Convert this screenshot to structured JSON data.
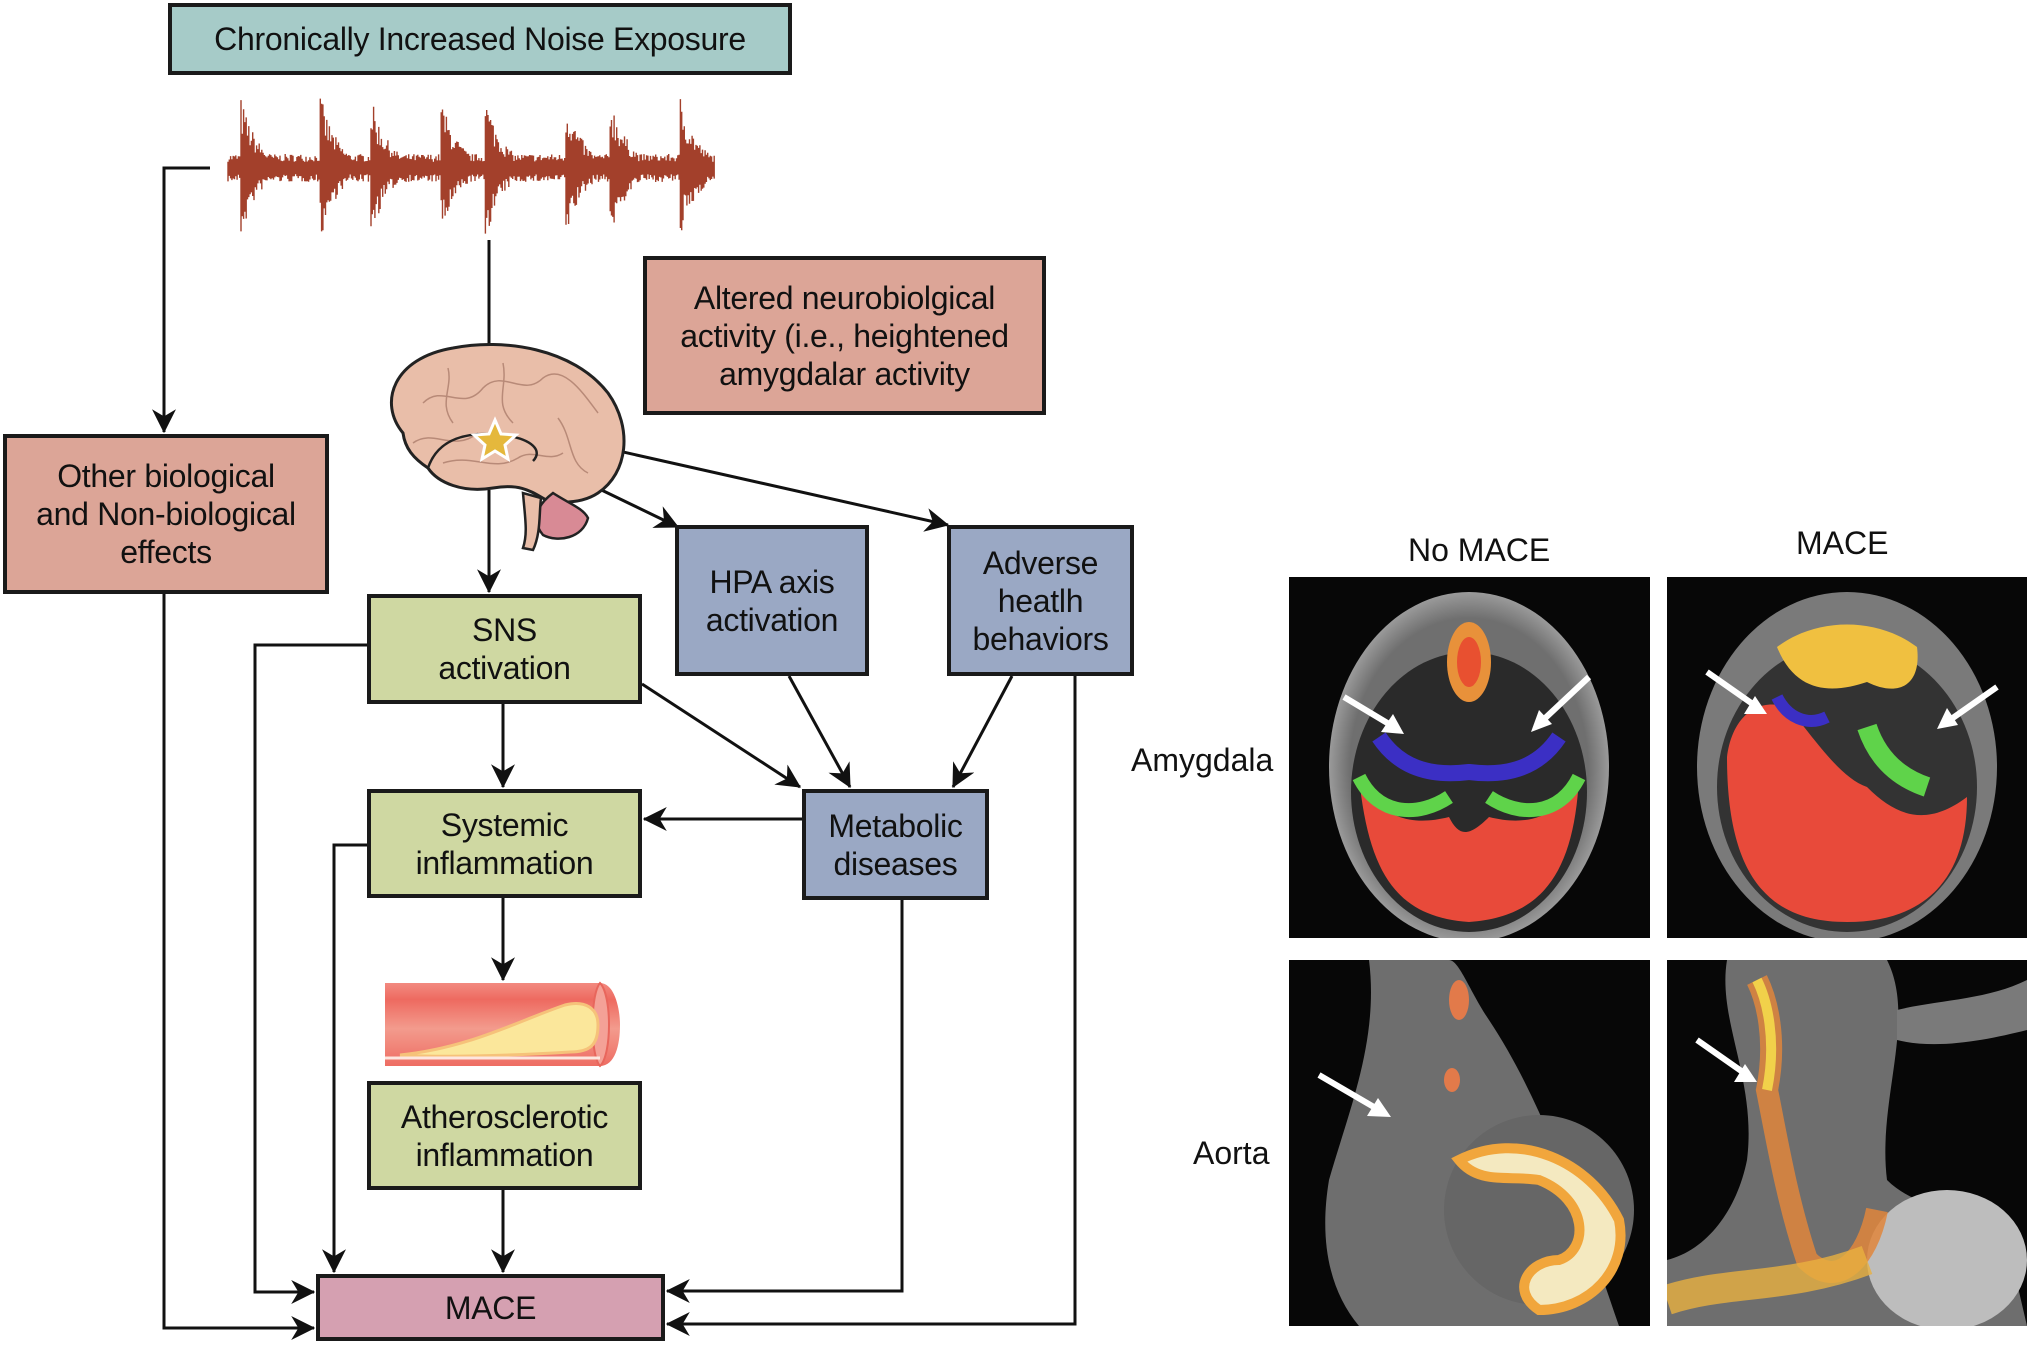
{
  "diagram": {
    "title": "Chronically Increased Noise Exposure",
    "stimulus_icon": "sound-waveform-icon",
    "organ_icon": "brain-icon",
    "amygdala_marker_icon": "star-icon",
    "vessel_icon": "artery-plaque-icon",
    "nodes": {
      "other_effects": "Other biological\nand Non-biological\neffects",
      "altered_activity": "Altered neurobiolgical\nactivity (i.e., heightened\namygdalar activity",
      "sns": "SNS\nactivation",
      "hpa": "HPA axis\nactivation",
      "adverse": "Adverse\nheatlh\nbehaviors",
      "systemic": "Systemic\ninflammation",
      "metabolic": "Metabolic\ndiseases",
      "athero": "Atherosclerotic\ninflammation",
      "mace": "MACE"
    },
    "edges": [
      {
        "from": "noise",
        "to": "other_effects"
      },
      {
        "from": "noise",
        "to": "brain"
      },
      {
        "from": "brain",
        "to": "sns"
      },
      {
        "from": "brain",
        "to": "hpa"
      },
      {
        "from": "brain",
        "to": "adverse"
      },
      {
        "from": "sns",
        "to": "systemic"
      },
      {
        "from": "sns",
        "to": "metabolic"
      },
      {
        "from": "sns",
        "to": "mace"
      },
      {
        "from": "hpa",
        "to": "metabolic"
      },
      {
        "from": "adverse",
        "to": "metabolic"
      },
      {
        "from": "adverse",
        "to": "mace"
      },
      {
        "from": "metabolic",
        "to": "systemic"
      },
      {
        "from": "metabolic",
        "to": "mace"
      },
      {
        "from": "systemic",
        "to": "athero"
      },
      {
        "from": "systemic",
        "to": "mace"
      },
      {
        "from": "athero",
        "to": "mace"
      },
      {
        "from": "other_effects",
        "to": "mace"
      }
    ],
    "colors": {
      "title_box": "#a6cbc8",
      "salmon_box": "#dca597",
      "green_box": "#cfd8a2",
      "blue_box": "#9aa8c4",
      "mace_box": "#d5a0b1",
      "waveform": "#a3402b"
    }
  },
  "imaging": {
    "columns": [
      "No MACE",
      "MACE"
    ],
    "rows": [
      "Amygdala",
      "Aorta"
    ],
    "panels": [
      {
        "row": "Amygdala",
        "column": "No MACE",
        "description": "Axial PET/CT brain, lower amygdalar uptake, arrows on amygdalae"
      },
      {
        "row": "Amygdala",
        "column": "MACE",
        "description": "Axial PET/CT brain, higher amygdalar uptake, arrows on amygdalae"
      },
      {
        "row": "Aorta",
        "column": "No MACE",
        "description": "Coronal PET/CT, low arterial uptake, arrow on aorta"
      },
      {
        "row": "Aorta",
        "column": "MACE",
        "description": "Coronal PET/CT, high arterial uptake, arrow on aorta"
      }
    ]
  }
}
